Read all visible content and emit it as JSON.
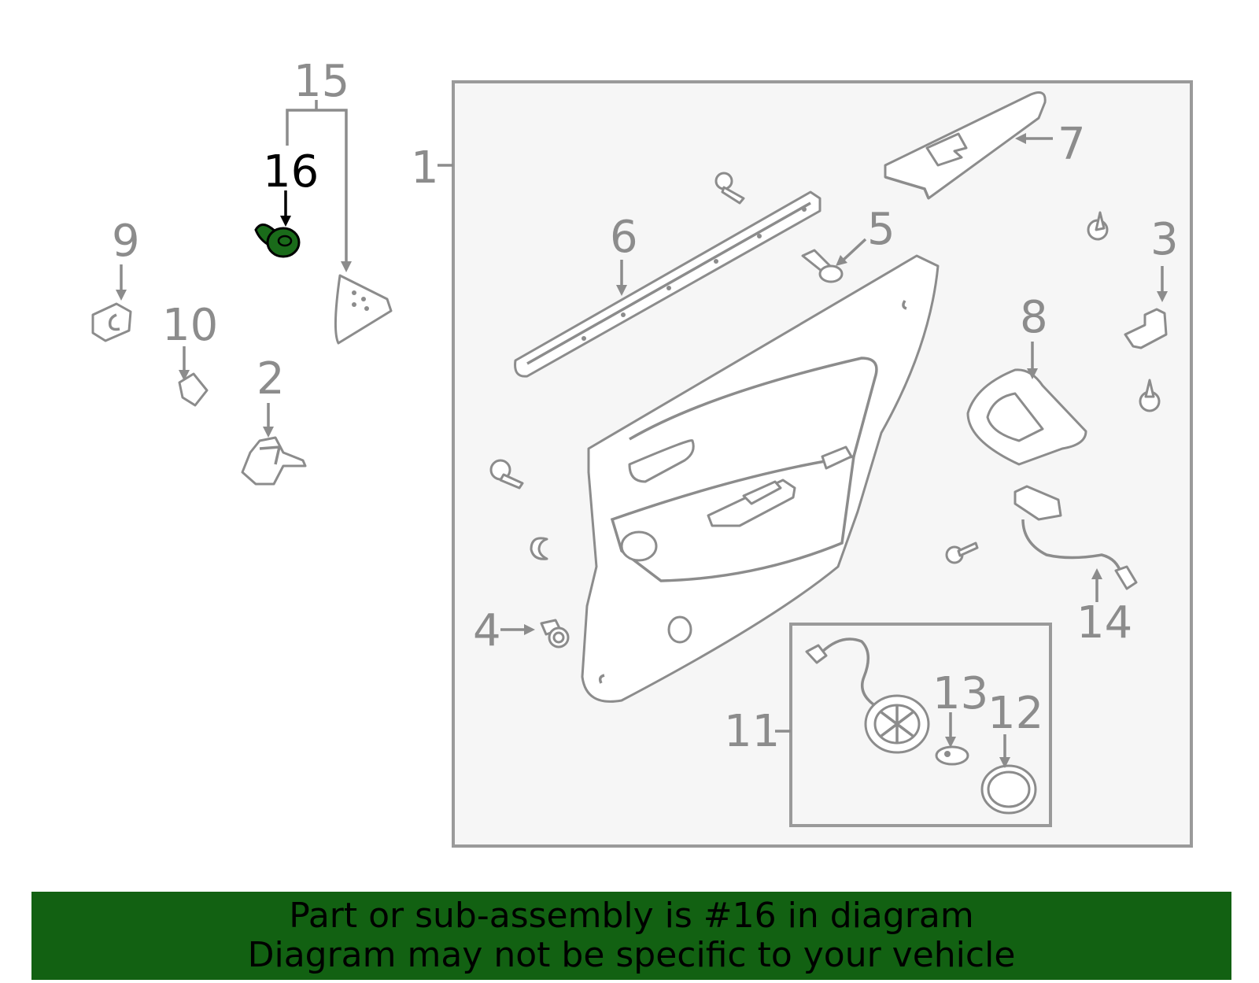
{
  "diagram": {
    "callouts": [
      "1",
      "2",
      "3",
      "4",
      "5",
      "6",
      "7",
      "8",
      "9",
      "10",
      "11",
      "12",
      "13",
      "14",
      "15",
      "16"
    ],
    "highlighted_callout": "16",
    "highlight_color": "#1a6b1a",
    "line_color": "#8c8c8c"
  },
  "banner": {
    "line1": "Part or sub-assembly is #16 in diagram",
    "line2": "Diagram may not be specific to your vehicle",
    "background": "#126112"
  }
}
